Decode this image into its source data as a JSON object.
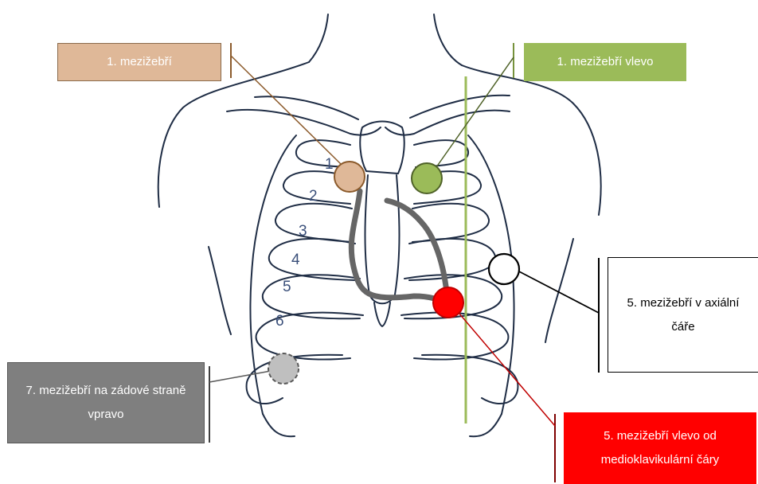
{
  "labels": {
    "first_right": "1. mezižebří",
    "first_left": "1. mezižebří vlevo",
    "fifth_axial": "5. mezižebří v axiální čáře",
    "seventh_back": "7. mezižebří na zádové straně vpravo",
    "fifth_mcl": "5. mezižebří vlevo od medioklavikulární čáry"
  },
  "rib_numbers": [
    "1",
    "2",
    "3",
    "4",
    "5",
    "6"
  ],
  "colors": {
    "tan": "#dfb898",
    "green": "#9bbb59",
    "white": "#ffffff",
    "gray": "#bfbfbf",
    "red": "#ff0000",
    "outline": "#1f2d45",
    "cable": "#666666"
  }
}
